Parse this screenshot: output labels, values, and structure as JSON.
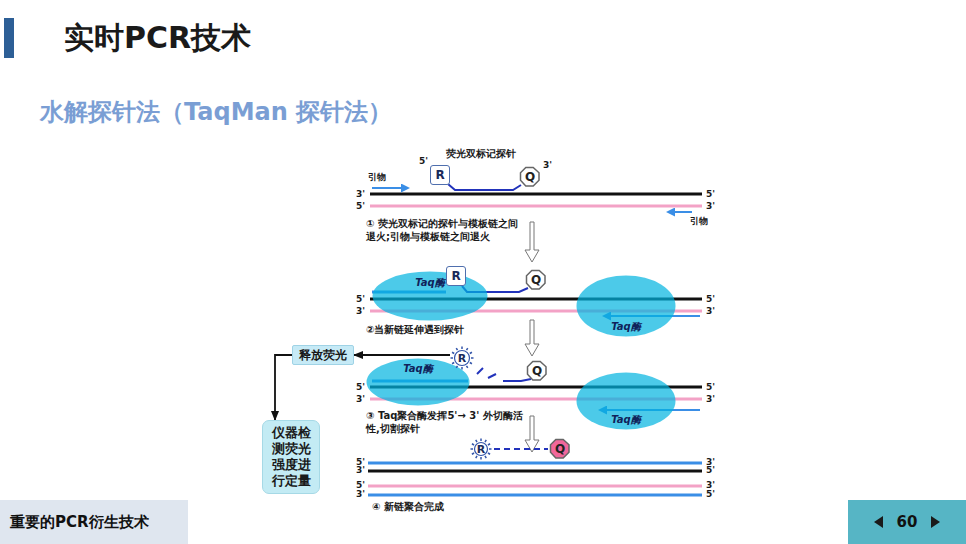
{
  "diagram": {
    "title": "实时PCR技术",
    "nodes": [
      {
        "text": [
          "R"
        ]
      },
      {
        "text": [
          "Q"
        ]
      },
      {
        "text": [
          "Taq酶"
        ]
      },
      {
        "text": [
          "R"
        ]
      },
      {
        "text": [
          "Q"
        ]
      },
      {
        "text": [
          "Taq酶"
        ]
      },
      {
        "text": [
          "释放荧光"
        ]
      },
      {
        "text": [
          "Taq酶"
        ]
      },
      {
        "text": [
          "R"
        ]
      },
      {
        "text": [
          "Q"
        ]
      },
      {
        "text": [
          "Taq酶"
        ]
      },
      {
        "text": [
          "仪器检测荧光强度进行定量"
        ]
      },
      {
        "text": [
          "R"
        ]
      },
      {
        "text": [
          "Q"
        ]
      },
      {
        "text": [
          "重要的PCR衍生技术"
        ]
      },
      {
        "text": [
          "60"
        ]
      }
    ],
    "edges": [
      {
        "from": 8,
        "to": 6,
        "arrow": "to"
      },
      {
        "from": 6,
        "to": 11,
        "arrow": "to"
      }
    ],
    "labels": [
      "水解探针法（TaqMan 探针法）",
      "荧光双标记探针",
      "5'",
      "3'",
      "引物",
      "3'",
      "5'",
      "5'",
      "3'",
      "引物",
      "① 荧光双标记的探针与模板链之间退火;引物与模板链之间退火",
      "5'",
      "5'",
      "3'",
      "3'",
      "②当新链延伸遇到探针",
      "5'",
      "5'",
      "3'",
      "3'",
      "③ Taq聚合酶发挥5'→ 3' 外切酶活性,切割探针",
      "5'",
      "3'",
      "3'",
      "5'",
      "5'",
      "3'",
      "3'",
      "5'",
      "④ 新链聚合完成"
    ]
  }
}
